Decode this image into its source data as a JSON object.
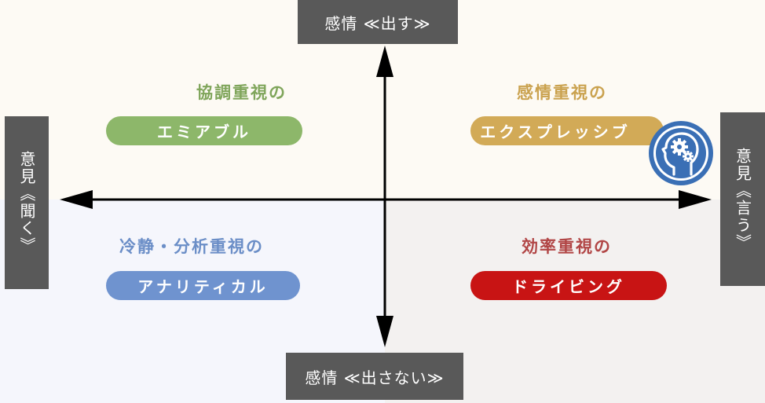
{
  "axes": {
    "top_label": "感情 ≪出す≫",
    "bottom_label": "感情 ≪出さない≫",
    "left_label": "意見《聞く》",
    "right_label": "意見《言う》"
  },
  "quadrants": {
    "top_left": {
      "heading": "協調重視の",
      "pill": "エミアブル",
      "color": "#8db76a"
    },
    "top_right": {
      "heading": "感情重視の",
      "pill": "エクスプレッシブ",
      "color": "#d2aa57"
    },
    "bottom_left": {
      "heading": "冷静・分析重視の",
      "pill": "アナリティカル",
      "color": "#6f93cf"
    },
    "bottom_right": {
      "heading": "効率重視の",
      "pill": "ドライビング",
      "color": "#c81414"
    }
  },
  "icons": {
    "badge": "head-with-gears-icon",
    "badge_color": "#3a6fb5"
  }
}
